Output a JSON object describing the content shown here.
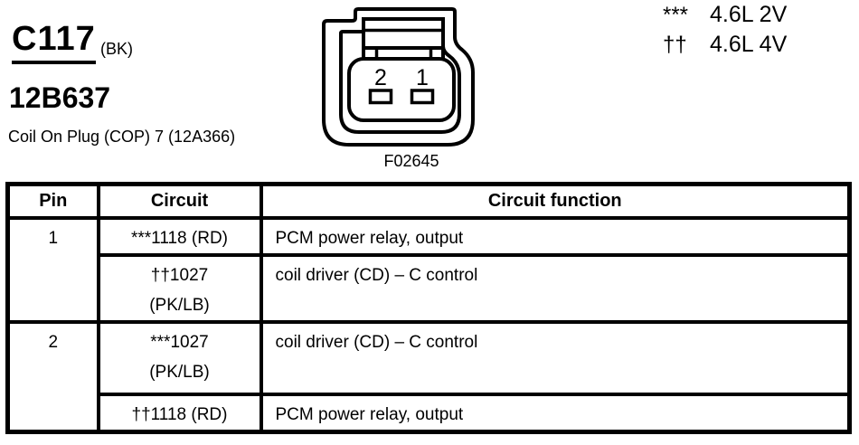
{
  "page": {
    "connector_id": "C117",
    "connector_color": "(BK)",
    "part_number": "12B637",
    "description": "Coil On Plug (COP) 7 (12A366)",
    "figure_number": "F02645"
  },
  "legend": {
    "items": [
      {
        "symbol": "***",
        "label": "4.6L 2V"
      },
      {
        "symbol": "††",
        "label": "4.6L 4V"
      }
    ]
  },
  "connector_diagram": {
    "cavity_labels": [
      "2",
      "1"
    ]
  },
  "table": {
    "headers": {
      "pin": "Pin",
      "circuit": "Circuit",
      "function": "Circuit function"
    },
    "rows": [
      {
        "pin": "1",
        "circuit_lines": [
          "***1118 (RD)"
        ],
        "function": "PCM power relay, output"
      },
      {
        "pin": "",
        "circuit_lines": [
          "††1027",
          "(PK/LB)"
        ],
        "function": "coil driver (CD) – C control"
      },
      {
        "pin": "2",
        "circuit_lines": [
          "***1027",
          "(PK/LB)"
        ],
        "function": "coil driver (CD) – C control"
      },
      {
        "pin": "",
        "circuit_lines": [
          "††1118 (RD)"
        ],
        "function": "PCM power relay, output"
      }
    ]
  }
}
